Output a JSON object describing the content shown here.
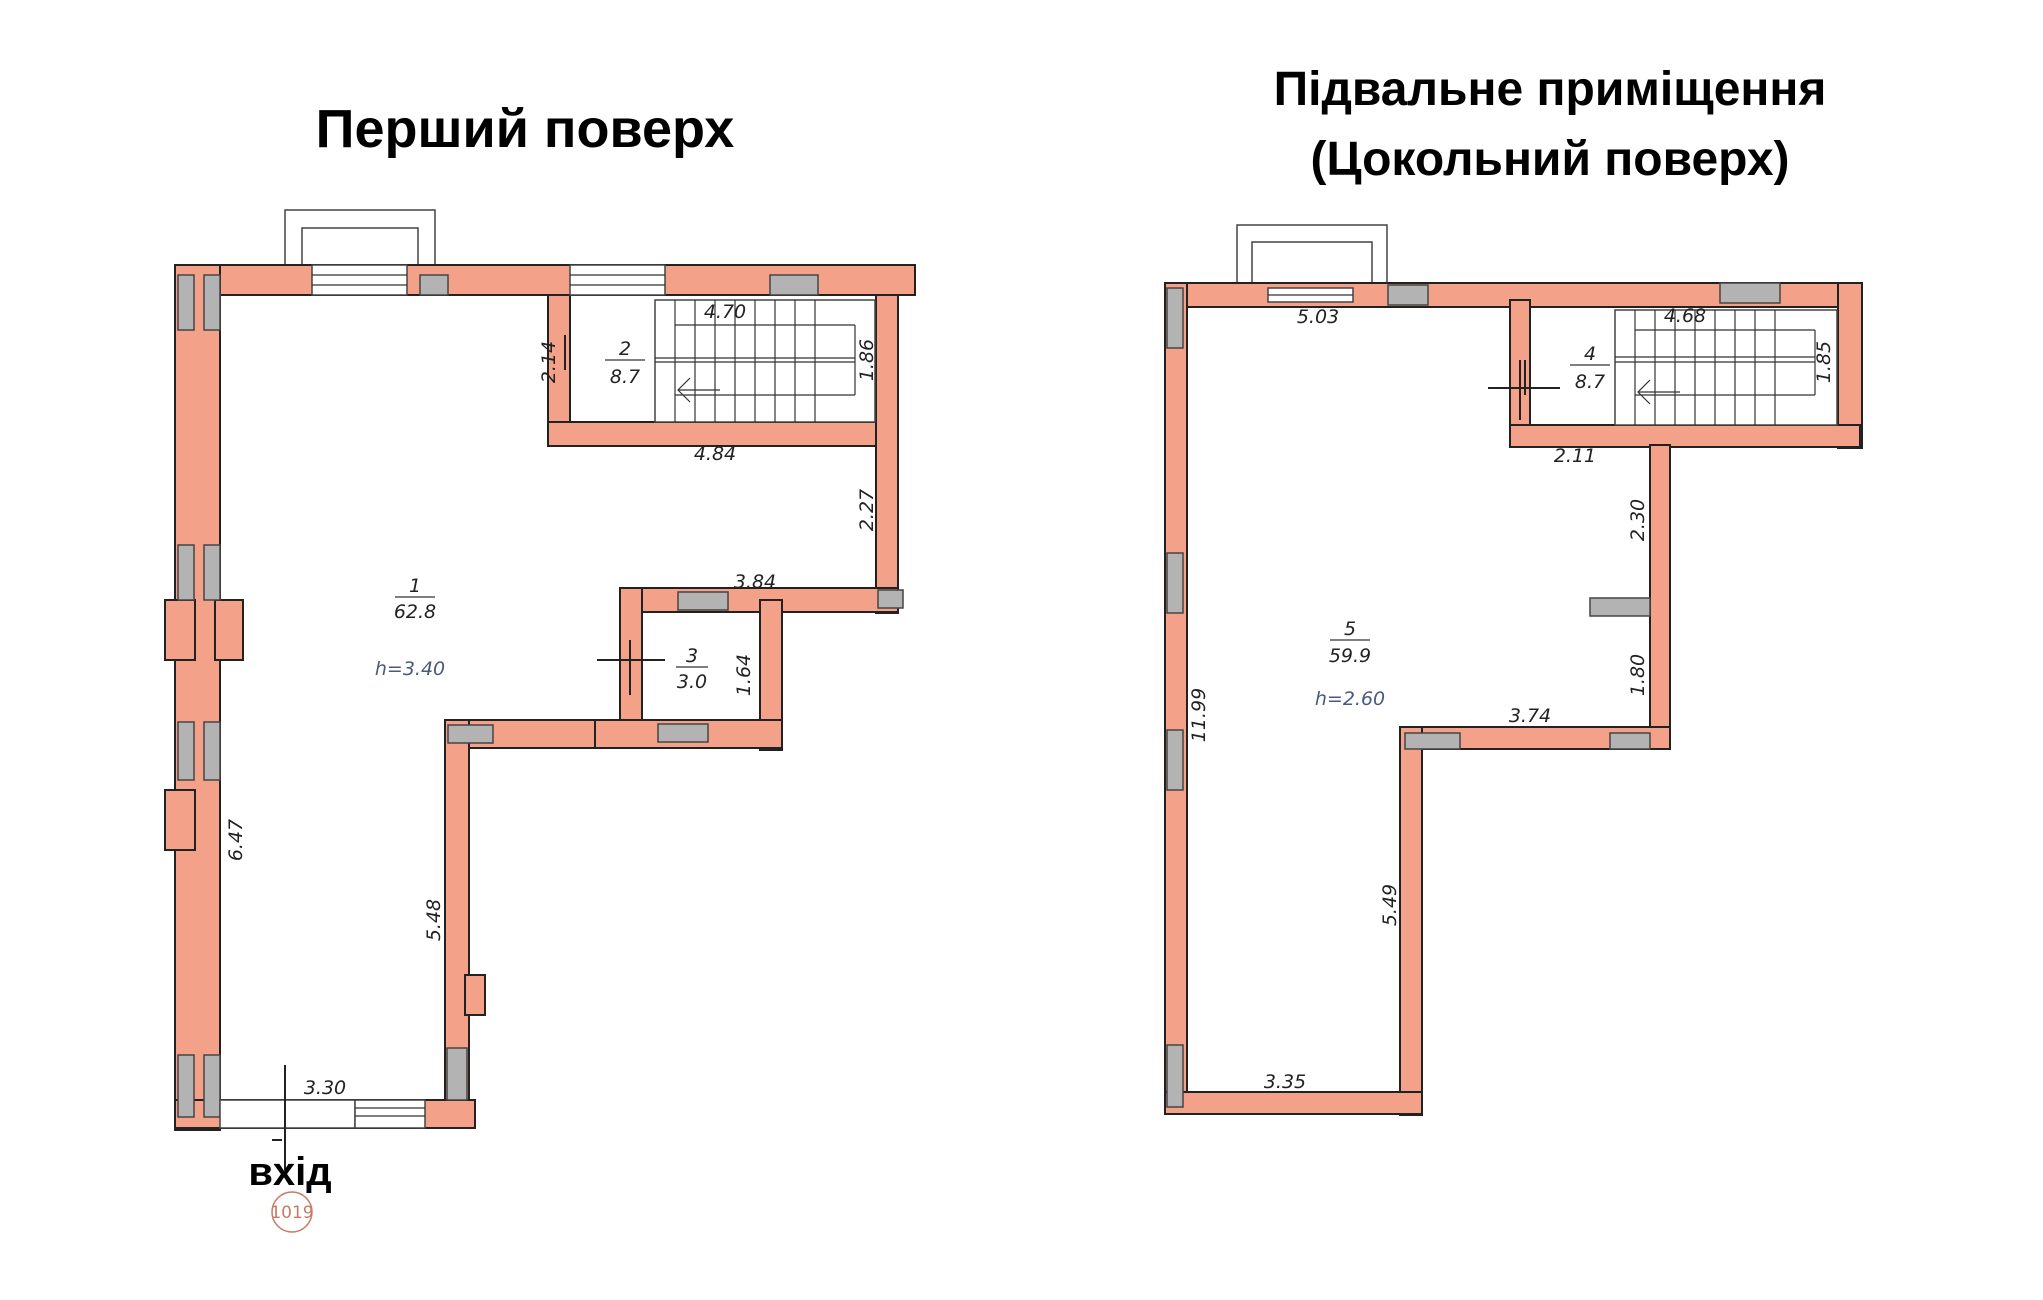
{
  "titles": {
    "first_floor": "Перший поверх",
    "basement_line1": "Підвальне приміщення",
    "basement_line2": "(Цокольний поверх)"
  },
  "first_floor": {
    "rooms": [
      {
        "num": "1",
        "area": "62.8",
        "height": "h=3.40"
      },
      {
        "num": "2",
        "area": "8.7"
      },
      {
        "num": "3",
        "area": "3.0"
      }
    ],
    "dimensions": {
      "stair_top": "4.70",
      "stair_bottom": "4.84",
      "stair_left": "2.14",
      "stair_right": "1.86",
      "right_wall": "2.27",
      "small_top": "3.84",
      "small_right": "1.64",
      "left_wall": "6.47",
      "inner_wall": "5.48",
      "bottom_wall": "3.30"
    },
    "entry_label": "вхід",
    "stamp": "1019"
  },
  "basement": {
    "rooms": [
      {
        "num": "4",
        "area": "8.7"
      },
      {
        "num": "5",
        "area": "59.9",
        "height": "h=2.60"
      }
    ],
    "dimensions": {
      "top_wall": "5.03",
      "stair_top": "4.68",
      "stair_right": "1.85",
      "stair_bottom": "2.11",
      "right_upper": "2.30",
      "right_lower": "1.80",
      "ledge": "3.74",
      "left_wall": "11.99",
      "inner_wall": "5.49",
      "bottom_wall": "3.35"
    }
  },
  "colors": {
    "wall_fill": "#f4a189",
    "window_fill": "#b3b3b3",
    "height_text": "#4a5a7a"
  }
}
